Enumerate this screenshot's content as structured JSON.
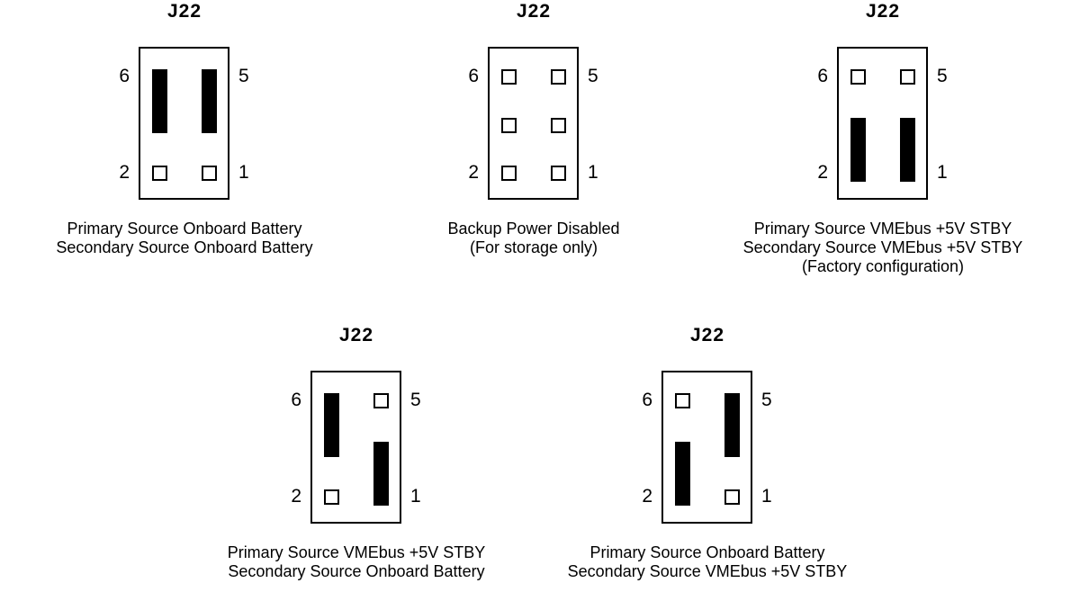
{
  "page": {
    "background_color": "#ffffff",
    "ink_color": "#000000",
    "description": "J22 jumper header configuration diagrams"
  },
  "diagrams": [
    {
      "title": "J22",
      "pin_labels": {
        "top_left": "6",
        "top_right": "5",
        "bottom_left": "2",
        "bottom_right": "1"
      },
      "cells": [
        {
          "kind": "bar",
          "col": "left",
          "span": "top"
        },
        {
          "kind": "bar",
          "col": "right",
          "span": "top"
        },
        {
          "kind": "square",
          "col": "left",
          "row": "bottom"
        },
        {
          "kind": "square",
          "col": "right",
          "row": "bottom"
        }
      ],
      "caption": [
        "Primary Source Onboard Battery",
        "Secondary Source Onboard Battery"
      ]
    },
    {
      "title": "J22",
      "pin_labels": {
        "top_left": "6",
        "top_right": "5",
        "bottom_left": "2",
        "bottom_right": "1"
      },
      "cells": [
        {
          "kind": "square",
          "col": "left",
          "row": "top"
        },
        {
          "kind": "square",
          "col": "right",
          "row": "top"
        },
        {
          "kind": "square",
          "col": "left",
          "row": "middle"
        },
        {
          "kind": "square",
          "col": "right",
          "row": "middle"
        },
        {
          "kind": "square",
          "col": "left",
          "row": "bottom"
        },
        {
          "kind": "square",
          "col": "right",
          "row": "bottom"
        }
      ],
      "caption": [
        "Backup Power Disabled",
        "(For storage only)"
      ]
    },
    {
      "title": "J22",
      "pin_labels": {
        "top_left": "6",
        "top_right": "5",
        "bottom_left": "2",
        "bottom_right": "1"
      },
      "cells": [
        {
          "kind": "square",
          "col": "left",
          "row": "top"
        },
        {
          "kind": "square",
          "col": "right",
          "row": "top"
        },
        {
          "kind": "bar",
          "col": "left",
          "span": "bottom"
        },
        {
          "kind": "bar",
          "col": "right",
          "span": "bottom"
        }
      ],
      "caption": [
        "Primary Source VMEbus +5V STBY",
        "Secondary Source VMEbus +5V STBY",
        "(Factory configuration)"
      ]
    },
    {
      "title": "J22",
      "pin_labels": {
        "top_left": "6",
        "top_right": "5",
        "bottom_left": "2",
        "bottom_right": "1"
      },
      "cells": [
        {
          "kind": "bar",
          "col": "left",
          "span": "top"
        },
        {
          "kind": "square",
          "col": "right",
          "row": "top"
        },
        {
          "kind": "square",
          "col": "left",
          "row": "bottom"
        },
        {
          "kind": "bar",
          "col": "right",
          "span": "bottom"
        }
      ],
      "caption": [
        "Primary Source VMEbus +5V STBY",
        "Secondary Source Onboard Battery"
      ]
    },
    {
      "title": "J22",
      "pin_labels": {
        "top_left": "6",
        "top_right": "5",
        "bottom_left": "2",
        "bottom_right": "1"
      },
      "cells": [
        {
          "kind": "square",
          "col": "left",
          "row": "top"
        },
        {
          "kind": "bar",
          "col": "right",
          "span": "top"
        },
        {
          "kind": "bar",
          "col": "left",
          "span": "bottom"
        },
        {
          "kind": "square",
          "col": "right",
          "row": "bottom"
        }
      ],
      "caption": [
        "Primary Source Onboard Battery",
        "Secondary Source VMEbus +5V STBY"
      ]
    }
  ]
}
